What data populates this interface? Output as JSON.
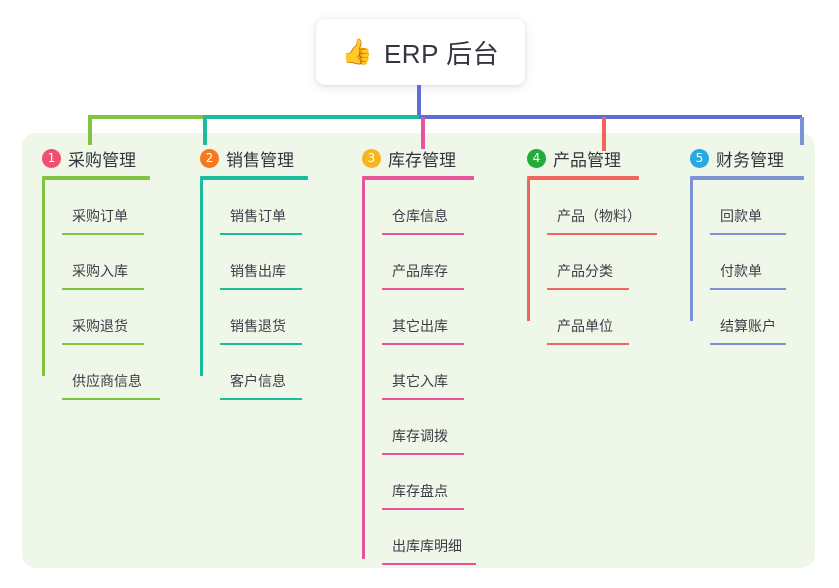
{
  "title": {
    "icon": "thumbs-up-icon",
    "icon_glyph": "👍",
    "text": "ERP 后台"
  },
  "theme": {
    "page_background": "#ffffff",
    "panel_background": "#eff7e9",
    "title_card_background": "#ffffff",
    "title_text_color": "#33363d",
    "stem_color": "#5b6fd6"
  },
  "connector": {
    "segments": [
      {
        "name": "bus-segment-green",
        "color": "#82c341"
      },
      {
        "name": "bus-segment-teal",
        "color": "#1abc9c"
      },
      {
        "name": "bus-segment-blue",
        "color": "#5b6fd6"
      }
    ]
  },
  "columns": [
    {
      "number": "1",
      "title": "采购管理",
      "badge_color": "#f0506e",
      "line_color": "#82c341",
      "rule_width": 108,
      "spine_height": 196,
      "items": [
        {
          "label": "采购订单",
          "rule_width": 82
        },
        {
          "label": "采购入库",
          "rule_width": 82
        },
        {
          "label": "采购退货",
          "rule_width": 82
        },
        {
          "label": "供应商信息",
          "rule_width": 98
        }
      ]
    },
    {
      "number": "2",
      "title": "销售管理",
      "badge_color": "#f47920",
      "line_color": "#1abc9c",
      "rule_width": 108,
      "spine_height": 196,
      "items": [
        {
          "label": "销售订单",
          "rule_width": 82
        },
        {
          "label": "销售出库",
          "rule_width": 82
        },
        {
          "label": "销售退货",
          "rule_width": 82
        },
        {
          "label": "客户信息",
          "rule_width": 82
        }
      ]
    },
    {
      "number": "3",
      "title": "库存管理",
      "badge_color": "#f5b622",
      "line_color": "#e8539e",
      "rule_width": 112,
      "spine_height": 379,
      "items": [
        {
          "label": "仓库信息",
          "rule_width": 82
        },
        {
          "label": "产品库存",
          "rule_width": 82
        },
        {
          "label": "其它出库",
          "rule_width": 82
        },
        {
          "label": "其它入库",
          "rule_width": 82
        },
        {
          "label": "库存调拨",
          "rule_width": 82
        },
        {
          "label": "库存盘点",
          "rule_width": 82
        },
        {
          "label": "出库库明细",
          "rule_width": 94
        }
      ]
    },
    {
      "number": "4",
      "title": "产品管理",
      "badge_color": "#22ac38",
      "line_color": "#f0665f",
      "rule_width": 112,
      "spine_height": 141,
      "items": [
        {
          "label": "产品（物料）",
          "rule_width": 110
        },
        {
          "label": "产品分类",
          "rule_width": 82
        },
        {
          "label": "产品单位",
          "rule_width": 82
        }
      ]
    },
    {
      "number": "5",
      "title": "财务管理",
      "badge_color": "#29a9e1",
      "line_color": "#7b92d4",
      "rule_width": 114,
      "spine_height": 141,
      "items": [
        {
          "label": "回款单",
          "rule_width": 76
        },
        {
          "label": "付款单",
          "rule_width": 76
        },
        {
          "label": "结算账户",
          "rule_width": 76
        }
      ]
    }
  ]
}
